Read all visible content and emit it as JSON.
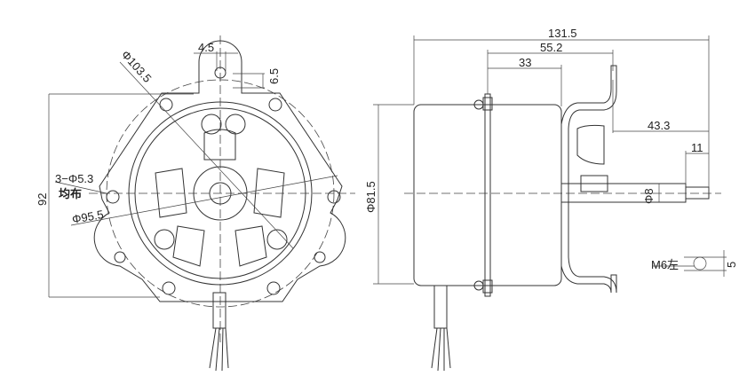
{
  "front_view": {
    "dim_slot_width": "4.5",
    "dim_slot_height": "6.5",
    "dim_outer_diameter": "Φ103.5",
    "dim_hole_spec": "3−Φ5.3",
    "dim_hole_note": "均布",
    "dim_pitch_diameter": "Φ95.5",
    "dim_height": "92"
  },
  "side_view": {
    "dim_total_length": "131.5",
    "dim_mount_to_bracket": "55.2",
    "dim_mount_to_face": "33",
    "dim_shaft_extension": "43.3",
    "dim_shaft_thread_length": "11",
    "dim_body_diameter": "Φ81.5",
    "dim_shaft_diameter": "Φ8",
    "dim_thread_spec": "M6左",
    "dim_thread_flat": "5"
  },
  "colors": {
    "line": "#333333",
    "background": "#ffffff"
  }
}
